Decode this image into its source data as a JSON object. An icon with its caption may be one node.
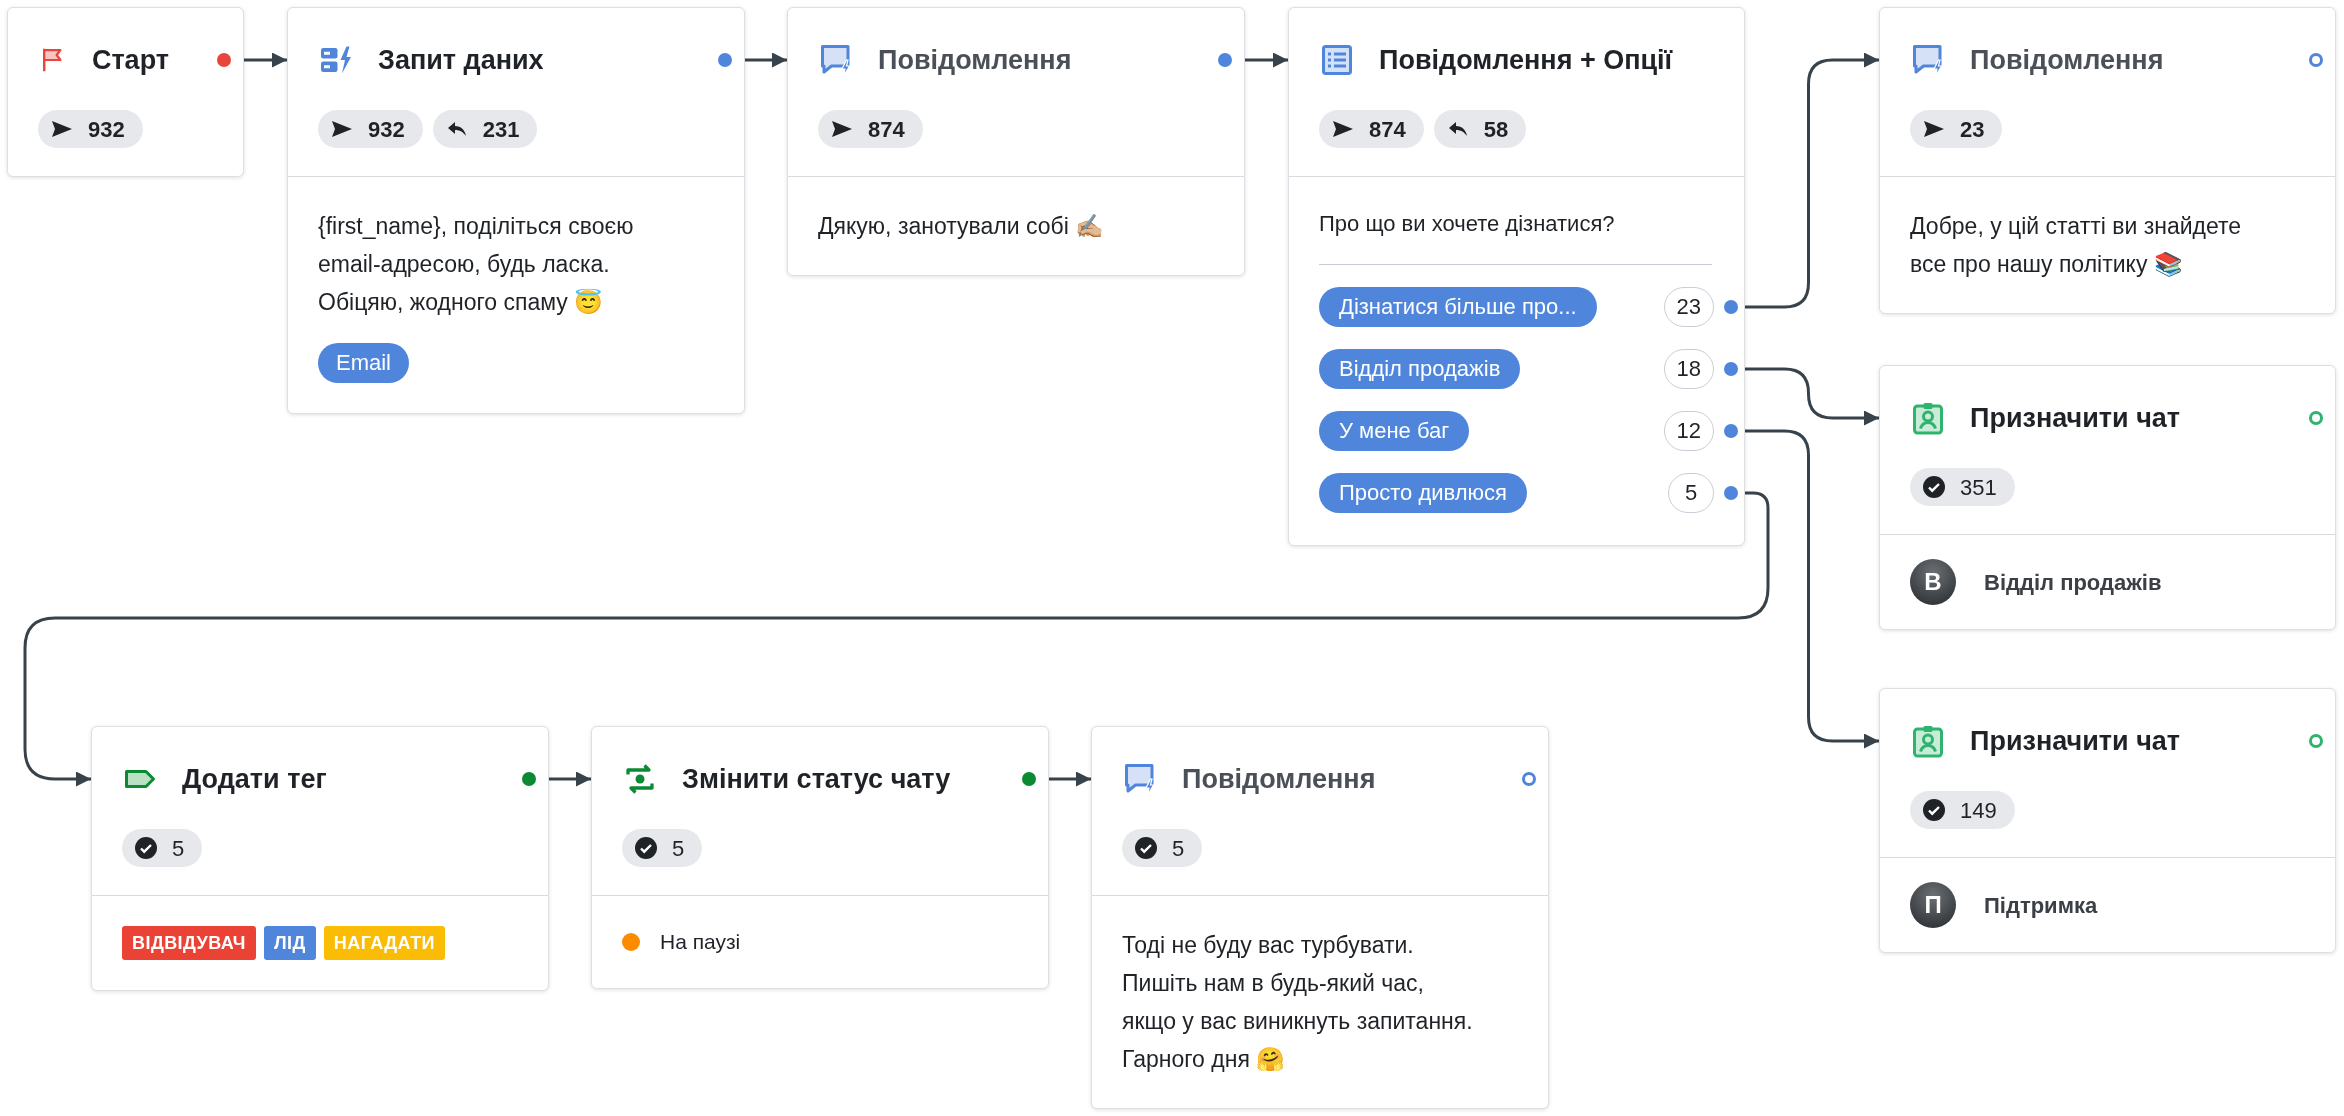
{
  "diagram": {
    "nodes": [
      {
        "text": [
          "Старт",
          "932"
        ]
      },
      {
        "text": [
          "Запит даних",
          "932",
          "231",
          "{first_name}, поділіться своєю email-адресою, будь ласка. Обіцяю, жодного спаму 😇",
          "Email"
        ]
      },
      {
        "text": [
          "Повідомлення",
          "874",
          "Дякую, занотували собі ✍🏼"
        ]
      },
      {
        "text": [
          "Повідомлення + Опції",
          "874",
          "58",
          "Про що ви хочете дізнатися?"
        ]
      },
      {
        "text": [
          "Дізнатися більше про...",
          "23"
        ],
        "in": 3
      },
      {
        "text": [
          "Відділ продажів",
          "18"
        ],
        "in": 3
      },
      {
        "text": [
          "У мене баг",
          "12"
        ],
        "in": 3
      },
      {
        "text": [
          "Просто дивлюся",
          "5"
        ],
        "in": 3
      },
      {
        "text": [
          "Повідомлення",
          "23",
          "Добре, у цій статті ви знайдете все про нашу політику 📚"
        ]
      },
      {
        "text": [
          "Призначити чат",
          "351",
          "В",
          "Відділ продажів"
        ]
      },
      {
        "text": [
          "Призначити чат",
          "149",
          "П",
          "Підтримка"
        ]
      },
      {
        "text": [
          "Додати тег",
          "5",
          "ВІДВІДУВАЧ",
          "ЛІД",
          "НАГАДАТИ"
        ]
      },
      {
        "text": [
          "Змінити статус чату",
          "5",
          "На паузі"
        ]
      },
      {
        "text": [
          "Повідомлення",
          "5",
          "Тоді не буду вас турбувати. Пишіть нам в будь-який час, якщо у вас виникнуть запитання. Гарного дня 🤗"
        ]
      }
    ],
    "edges": [
      {
        "from": 0,
        "to": 1,
        "arrow": "to"
      },
      {
        "from": 1,
        "to": 2,
        "arrow": "to"
      },
      {
        "from": 2,
        "to": 3,
        "arrow": "to"
      },
      {
        "from": 4,
        "to": 8,
        "arrow": "to"
      },
      {
        "from": 5,
        "to": 9,
        "arrow": "to"
      },
      {
        "from": 6,
        "to": 10,
        "arrow": "to"
      },
      {
        "from": 7,
        "to": 11,
        "arrow": "to"
      },
      {
        "from": 11,
        "to": 12,
        "arrow": "to"
      },
      {
        "from": 12,
        "to": 13,
        "arrow": "to"
      }
    ]
  }
}
